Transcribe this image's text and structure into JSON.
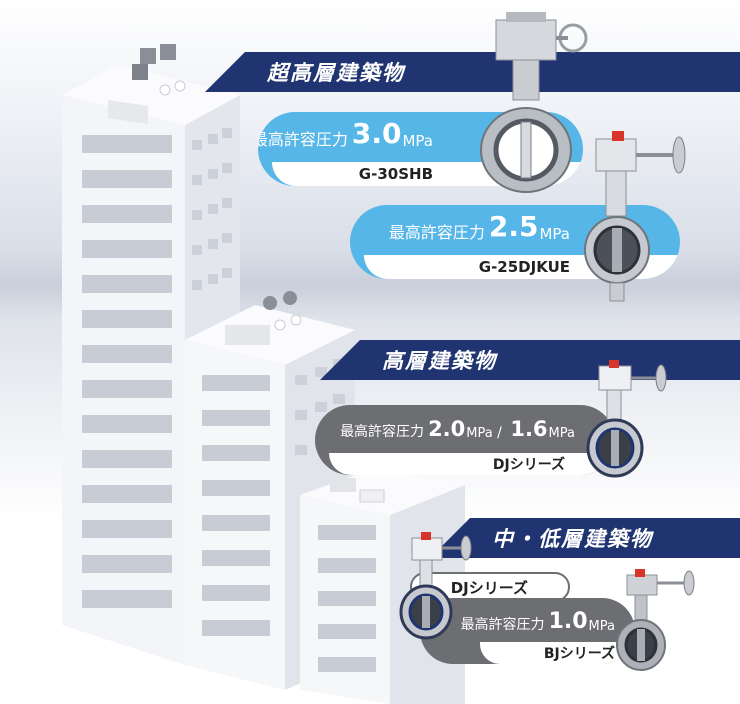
{
  "tiers": {
    "super_high_rise": {
      "title": "超高層建築物",
      "products": [
        {
          "pressure_label": "最高許容圧力",
          "pressure_value": "3.0",
          "pressure_unit": "MPa",
          "model": "G-30SHB"
        },
        {
          "pressure_label": "最高許容圧力",
          "pressure_value": "2.5",
          "pressure_unit": "MPa",
          "model": "G-25DJKUE"
        }
      ]
    },
    "high_rise": {
      "title": "高層建築物",
      "pressure_label": "最高許容圧力",
      "pressure_value_1": "2.0",
      "pressure_unit_1": "MPa",
      "separator": " / ",
      "pressure_value_2": "1.6",
      "pressure_unit_2": "MPa",
      "model": "DJシリーズ"
    },
    "mid_low_rise": {
      "title": "中・低層建築物",
      "series_top": "DJシリーズ",
      "pressure_label": "最高許容圧力",
      "pressure_value": "1.0",
      "pressure_unit": "MPa",
      "series_bottom": "BJシリーズ"
    }
  },
  "colors": {
    "banner": "#1f3470",
    "super_high_pill": "#56b6e8",
    "high_pill": "#6d6e72",
    "building_face": "#f2f3f6",
    "building_window": "#c8ccd4"
  },
  "icons": [
    "butterfly-valve-gear-icon",
    "butterfly-valve-lever-icon",
    "building-illustration-icon"
  ]
}
